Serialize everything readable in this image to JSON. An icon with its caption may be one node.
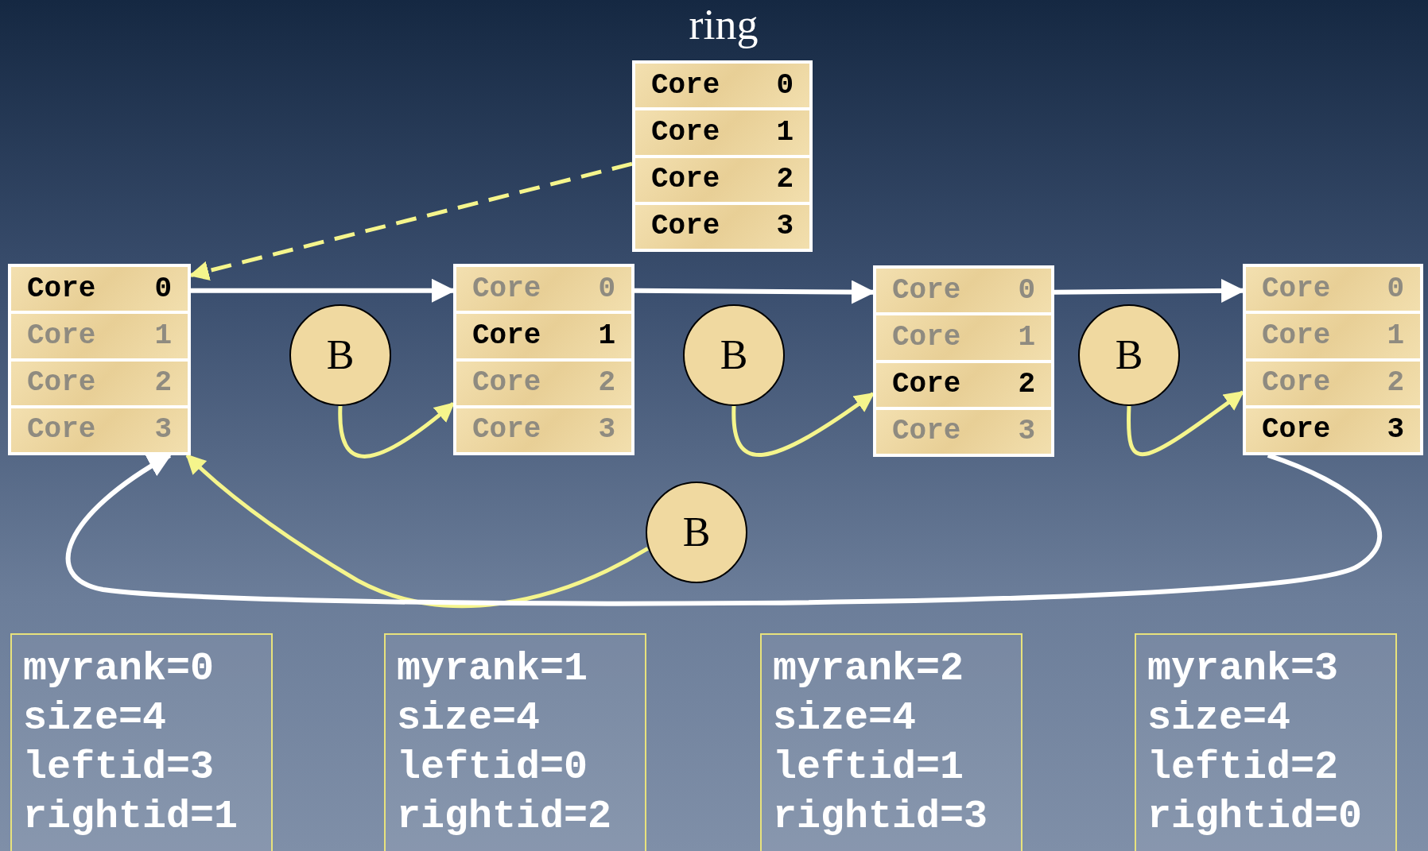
{
  "diagram": {
    "title": "ring",
    "nodes": [
      {
        "text": [],
        "shape": "box"
      },
      {
        "text": [
          "Core 0"
        ],
        "in": 0
      },
      {
        "text": [
          "Core 1"
        ],
        "in": 0
      },
      {
        "text": [
          "Core 2"
        ],
        "in": 0
      },
      {
        "text": [
          "Core 3"
        ],
        "in": 0
      },
      {
        "text": [],
        "shape": "box"
      },
      {
        "text": [
          "Core 0"
        ],
        "in": 5
      },
      {
        "text": [
          "Core 1"
        ],
        "in": 5
      },
      {
        "text": [
          "Core 2"
        ],
        "in": 5
      },
      {
        "text": [
          "Core 3"
        ],
        "in": 5
      },
      {
        "text": [],
        "shape": "box"
      },
      {
        "text": [
          "Core 0"
        ],
        "in": 10
      },
      {
        "text": [
          "Core 1"
        ],
        "in": 10
      },
      {
        "text": [
          "Core 2"
        ],
        "in": 10
      },
      {
        "text": [
          "Core 3"
        ],
        "in": 10
      },
      {
        "text": [],
        "shape": "box"
      },
      {
        "text": [
          "Core 0"
        ],
        "in": 15
      },
      {
        "text": [
          "Core 1"
        ],
        "in": 15
      },
      {
        "text": [
          "Core 2"
        ],
        "in": 15
      },
      {
        "text": [
          "Core 3"
        ],
        "in": 15
      },
      {
        "text": [],
        "shape": "box"
      },
      {
        "text": [
          "Core 0"
        ],
        "in": 20
      },
      {
        "text": [
          "Core 1"
        ],
        "in": 20
      },
      {
        "text": [
          "Core 2"
        ],
        "in": 20
      },
      {
        "text": [
          "Core 3"
        ],
        "in": 20
      },
      {
        "text": [
          "B"
        ]
      },
      {
        "text": [
          "B"
        ]
      },
      {
        "text": [
          "B"
        ]
      },
      {
        "text": [
          "B"
        ]
      },
      {
        "text": [
          "myrank=0",
          "size=4",
          "leftid=3",
          "rightid=1"
        ]
      },
      {
        "text": [
          "myrank=1",
          "size=4",
          "leftid=0",
          "rightid=2"
        ]
      },
      {
        "text": [
          "myrank=2",
          "size=4",
          "leftid=1",
          "rightid=3"
        ]
      },
      {
        "text": [
          "myrank=3",
          "size=4",
          "leftid=2",
          "rightid=0"
        ]
      }
    ],
    "edges": [
      {
        "from": 0,
        "to": 5,
        "arrow": "to",
        "style": "dashed"
      },
      {
        "from": 5,
        "to": 10,
        "arrow": "to",
        "color": "#ffffff"
      },
      {
        "from": 10,
        "to": 15,
        "arrow": "to",
        "color": "#ffffff"
      },
      {
        "from": 15,
        "to": 20,
        "arrow": "to",
        "color": "#ffffff"
      },
      {
        "from": 25,
        "to": 10,
        "arrow": "to"
      },
      {
        "from": 26,
        "to": 15,
        "arrow": "to"
      },
      {
        "from": 27,
        "to": 20,
        "arrow": "to"
      },
      {
        "from": 28,
        "to": 5,
        "arrow": "to"
      },
      {
        "from": 20,
        "to": 5,
        "arrow": "to",
        "color": "#ffffff"
      }
    ]
  }
}
